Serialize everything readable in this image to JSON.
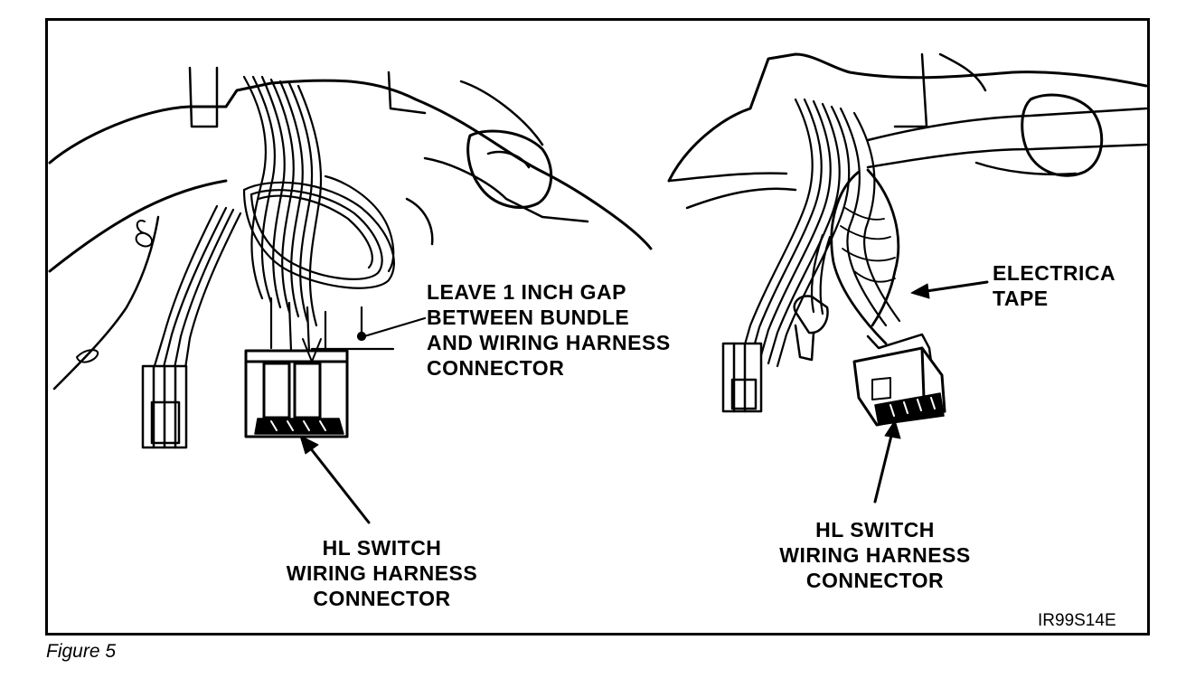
{
  "figure": {
    "caption": "Figure 5",
    "id_code": "IR99S14E"
  },
  "left_panel": {
    "gap_note": [
      "LEAVE 1 INCH GAP",
      "BETWEEN BUNDLE",
      "AND WIRING HARNESS",
      "CONNECTOR"
    ],
    "connector_label": [
      "HL SWITCH",
      "WIRING HARNESS",
      "CONNECTOR"
    ]
  },
  "right_panel": {
    "tape_label": [
      "ELECTRICA",
      "TAPE"
    ],
    "connector_label": [
      "HL SWITCH",
      "WIRING HARNESS",
      "CONNECTOR"
    ]
  },
  "illustration": {
    "ink_color": "#000000",
    "paper_color": "#ffffff"
  }
}
